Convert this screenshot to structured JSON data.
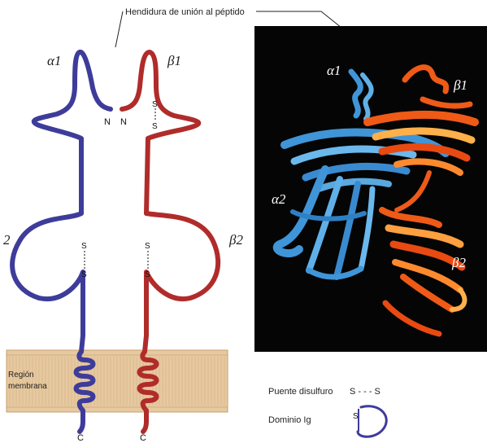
{
  "title": "Hendidura de unión al péptido",
  "colors": {
    "alpha": "#3e3c9a",
    "beta": "#b02c2a",
    "membrane": "#e6c9a0",
    "panel_bg": "#050505",
    "ribbon_alpha": "#3f95d8",
    "ribbon_beta": "#ef5a17"
  },
  "schematic": {
    "alpha1": "α1",
    "beta1": "β1",
    "alpha2": "2",
    "beta2": "β2",
    "n_alpha": "N",
    "n_beta": "N",
    "c_alpha": "C",
    "c_beta": "C",
    "s_label": "S",
    "membrane_label_1": "Región",
    "membrane_label_2": "membrana"
  },
  "structure": {
    "alpha1": "α1",
    "beta1": "β1",
    "alpha2": "α2",
    "beta2": "β2"
  },
  "legend": {
    "disulfide_label": "Puente disulfuro",
    "disulfide_symbol": "S - - - S",
    "ig_label": "Dominio Ig",
    "ig_symbol": "S"
  }
}
